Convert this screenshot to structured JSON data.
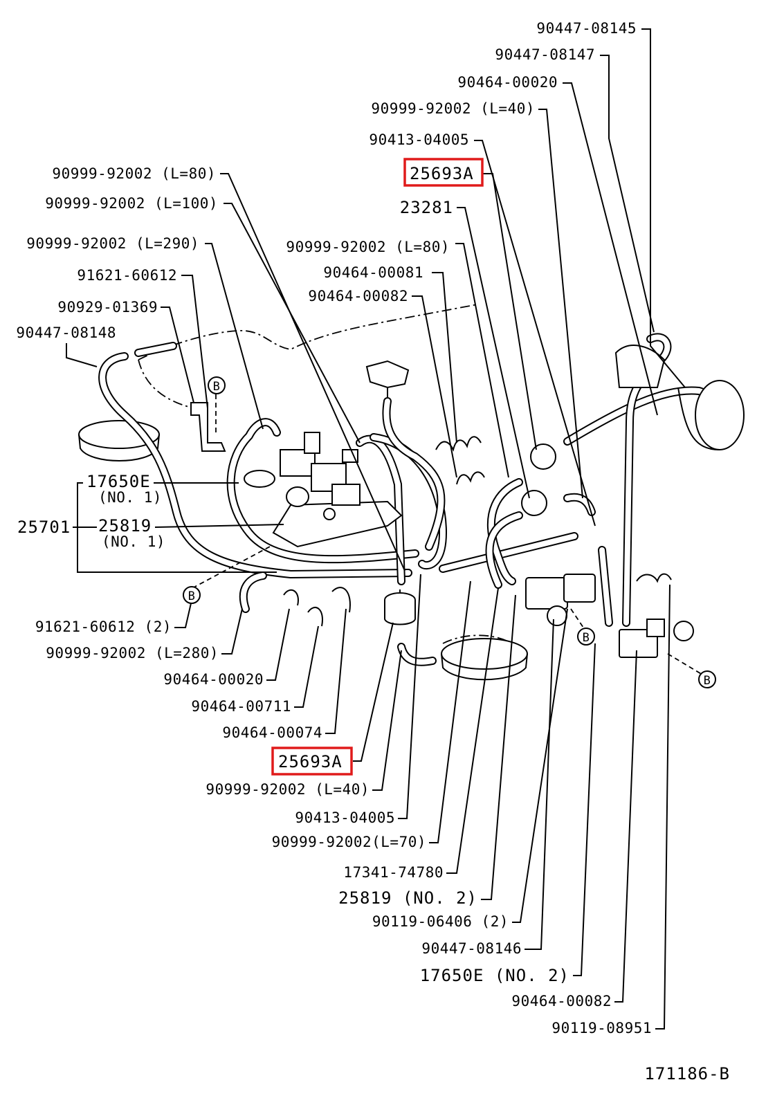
{
  "diagram_id": "171186-B",
  "ref_mark": "B",
  "highlight_color": "#e01b1b",
  "labels": {
    "p_90447_08145": "90447-08145",
    "p_90447_08147": "90447-08147",
    "p_90464_00020_top": "90464-00020",
    "p_90999_92002_l40_top": "90999-92002 (L=40)",
    "p_90413_04005_top": "90413-04005",
    "p_25693a_top": "25693A",
    "p_23281": "23281",
    "p_90999_92002_l80_mid": "90999-92002  (L=80)",
    "p_90464_00081": "90464-00081",
    "p_90464_00082_top": "90464-00082",
    "p_90999_92002_l80": "90999-92002 (L=80)",
    "p_90999_92002_l100": "90999-92002 (L=100)",
    "p_90999_92002_l290": "90999-92002 (L=290)",
    "p_91621_60612": "91621-60612",
    "p_90929_01369": "90929-01369",
    "p_90447_08148": "90447-08148",
    "p_17650e_no1": "17650E",
    "p_17650e_no1_sub": "(NO. 1)",
    "p_25701": "25701",
    "p_25819_no1": "25819",
    "p_25819_no1_sub": "(NO. 1)",
    "p_91621_60612_2": "91621-60612 (2)",
    "p_90999_92002_l280": "90999-92002 (L=280)",
    "p_90464_00020_bot": "90464-00020",
    "p_90464_00711": "90464-00711",
    "p_90464_00074": "90464-00074",
    "p_25693a_bot": "25693A",
    "p_90999_92002_l40_bot": "90999-92002 (L=40)",
    "p_90413_04005_bot": "90413-04005",
    "p_90999_92002_l70": "90999-92002(L=70)",
    "p_17341_74780": "17341-74780",
    "p_25819_no2": "25819 (NO. 2)",
    "p_90119_06406": "90119-06406 (2)",
    "p_90447_08146": "90447-08146",
    "p_17650e_no2": "17650E (NO. 2)",
    "p_90464_00082_bot": "90464-00082",
    "p_90119_08951": "90119-08951"
  }
}
